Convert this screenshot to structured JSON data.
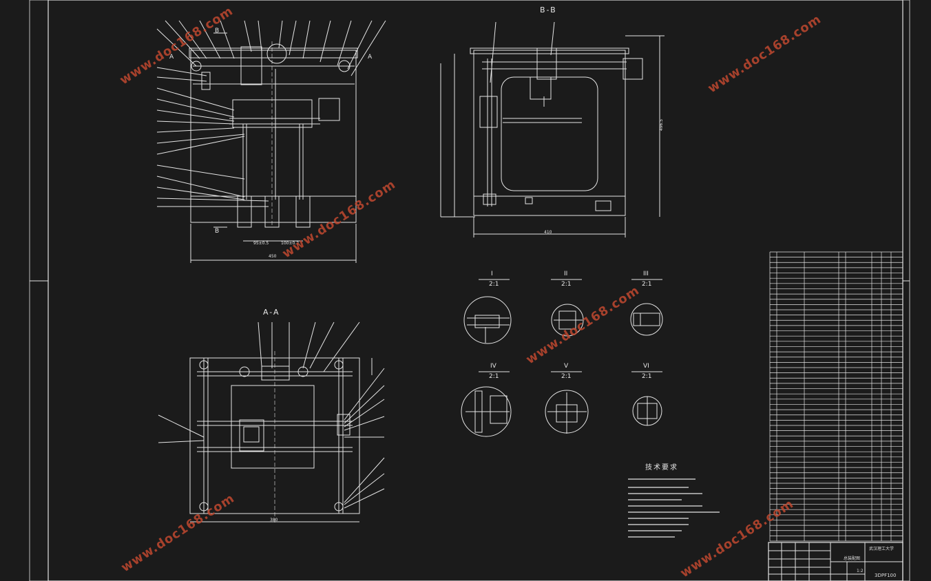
{
  "drawing": {
    "views": {
      "section_bb": "B-B",
      "section_aa": "A-A"
    },
    "section_marks": {
      "b": "B",
      "a": "A"
    },
    "details": [
      {
        "id": "I",
        "scale": "2:1"
      },
      {
        "id": "II",
        "scale": "2:1"
      },
      {
        "id": "III",
        "scale": "2:1"
      },
      {
        "id": "IV",
        "scale": "2:1"
      },
      {
        "id": "V",
        "scale": "2:1"
      },
      {
        "id": "VI",
        "scale": "2:1"
      }
    ],
    "dimensions": {
      "front_width": "450",
      "bb_width": "410",
      "aa_width": "380",
      "bb_height": "496.5",
      "front_sub_a": "95±0.5",
      "front_sub_b": "100±0.2"
    },
    "tech_title": "技术要求",
    "title_block": {
      "org": "武汉理工大学",
      "name": "总装配图",
      "code": "3DPF100",
      "scale": "1:2"
    },
    "watermark": "www.doc168.com",
    "colors": {
      "background": "#1b1b1b",
      "lines": "#e6e6e6",
      "watermark": "#c0482f",
      "accent": "#d8d8d8"
    }
  }
}
